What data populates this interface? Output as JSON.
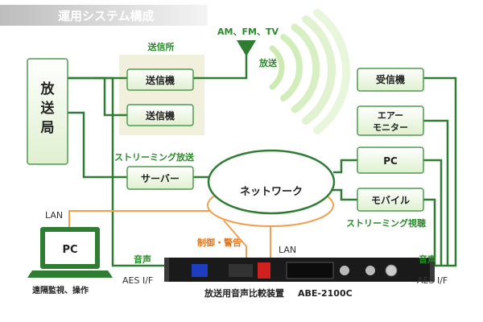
{
  "title": "運用システム構成",
  "labels": {
    "broadcast_station": "放送局",
    "transmitting_station": "送信所",
    "transmitter": "送信機",
    "am_fm_tv": "AM、FM、TV",
    "broadcast": "放送",
    "receiver": "受信機",
    "air_monitor_1": "エアー",
    "air_monitor_2": "モニター",
    "streaming_broadcast": "ストリーミング放送",
    "server": "サーバー",
    "network": "ネットワーク",
    "pc": "PC",
    "mobile": "モバイル",
    "streaming_viewing": "ストリーミング視聴",
    "lan": "LAN",
    "control_alarm": "制御・警告",
    "audio": "音声",
    "aes": "AES I/F",
    "remote_monitoring": "遠隔監視、操作",
    "device_name": "放送用音声比較装置",
    "model": "ABE-2100C"
  },
  "colors": {
    "green_line": "#2e7d32",
    "green_text": "#2a8a2a",
    "orange_line": "#f0a050",
    "box_fill": "#eef6e4",
    "box_border": "#4f9a4f",
    "site_bg": "#f0f0dc",
    "title_bg": "#d9d9d9"
  }
}
